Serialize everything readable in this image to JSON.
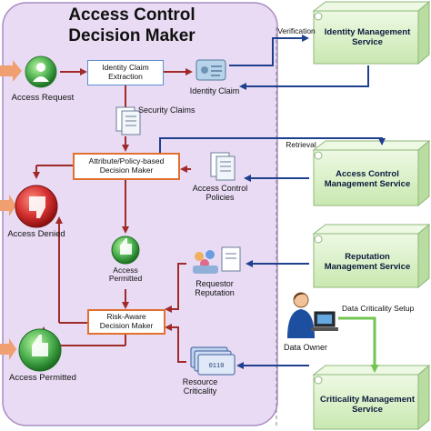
{
  "panel": {
    "title_line1": "Access Control",
    "title_line2": "Decision Maker"
  },
  "boxes": {
    "identity_claim_extraction": "Identity Claim Extraction",
    "attribute_policy_decision": "Attribute/Policy-based Decision Maker",
    "risk_aware_decision": "Risk-Aware Decision Maker"
  },
  "labels": {
    "access_request": "Access Request",
    "identity_claim": "Identity Claim",
    "security_claims": "Security Claims",
    "access_control_policies": "Access Control Policies",
    "access_denied": "Access Denied",
    "access_permitted_mid": "Access Permitted",
    "access_permitted_bottom": "Access Permitted",
    "requestor_reputation": "Requestor Reputation",
    "resource_criticality": "Resource Criticality",
    "verification": "Verification",
    "retrieval": "Retrieval",
    "data_owner": "Data Owner",
    "data_criticality_setup": "Data Criticality Setup"
  },
  "services": {
    "identity": "Identity Management Service",
    "access_control": "Access Control Management Service",
    "reputation": "Reputation Management Service",
    "criticality": "Criticality Management Service"
  },
  "colors": {
    "panel_fill": "#e8dbf3",
    "panel_border": "#a98cc4",
    "server_fill": "#d9f0c5",
    "red_arrow": "#a02a2a",
    "blue_arrow": "#1f3f8f",
    "green_arrow": "#72c452",
    "decision_border": "#e07030"
  }
}
